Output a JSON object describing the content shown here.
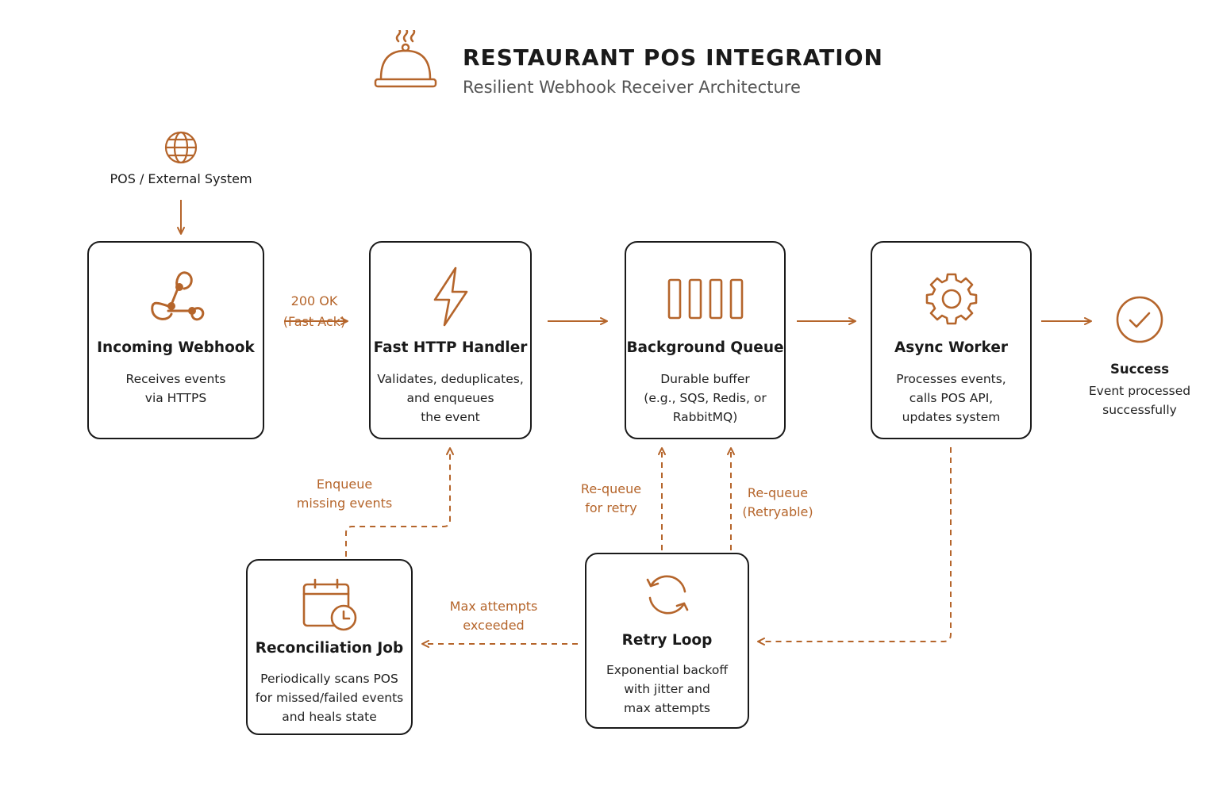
{
  "header": {
    "title": "RESTAURANT POS INTEGRATION",
    "subtitle": "Resilient Webhook Receiver Architecture",
    "icon": "cloche-icon"
  },
  "source": {
    "label": "POS / External System",
    "icon": "globe-icon"
  },
  "nodes": {
    "incoming": {
      "title": "Incoming Webhook",
      "desc": [
        "Receives events",
        "via HTTPS"
      ],
      "icon": "webhook-icon"
    },
    "handler": {
      "title": "Fast HTTP Handler",
      "desc": [
        "Validates, deduplicates,",
        "and enqueues",
        "the event"
      ],
      "icon": "lightning-icon"
    },
    "queue": {
      "title": "Background Queue",
      "desc": [
        "Durable buffer",
        "(e.g., SQS, Redis, or",
        "RabbitMQ)"
      ],
      "icon": "queue-icon"
    },
    "worker": {
      "title": "Async Worker",
      "desc": [
        "Processes events,",
        "calls POS API,",
        "updates system"
      ],
      "icon": "gear-icon"
    },
    "retry": {
      "title": "Retry Loop",
      "desc": [
        "Exponential backoff",
        "with jitter and",
        "max attempts"
      ],
      "icon": "refresh-icon"
    },
    "reconcile": {
      "title": "Reconciliation Job",
      "desc": [
        "Periodically scans POS",
        "for missed/failed events",
        "and heals state"
      ],
      "icon": "calendar-clock-icon"
    }
  },
  "success": {
    "title": "Success",
    "desc": [
      "Event processed",
      "successfully"
    ],
    "icon": "check-circle-icon"
  },
  "edges": {
    "fast_ack": [
      "200 OK",
      "(Fast Ack)"
    ],
    "enqueue_missing": [
      "Enqueue",
      "missing events"
    ],
    "requeue_retry": [
      "Re-queue",
      "for retry"
    ],
    "requeue_retryable": [
      "Re-queue",
      "(Retryable)"
    ],
    "max_attempts": [
      "Max attempts",
      "exceeded"
    ]
  },
  "colors": {
    "accent": "#b5652b",
    "border": "#1a1a1a",
    "text": "#1a1a1a"
  }
}
